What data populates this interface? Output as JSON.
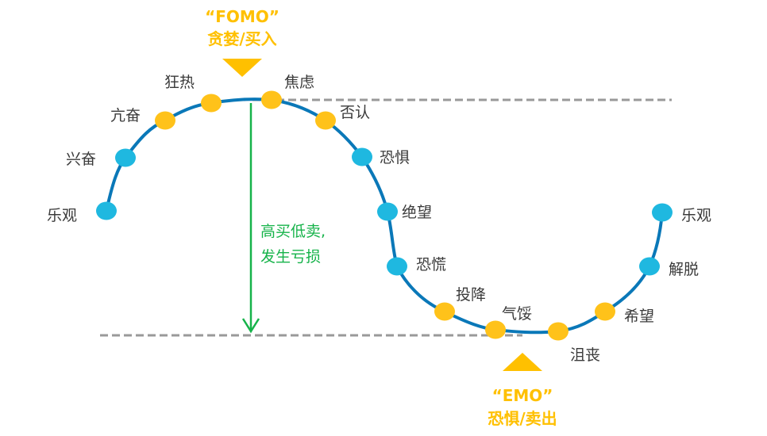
{
  "colors": {
    "curve": "#0a78b8",
    "node_calm": "#1fb8e0",
    "node_emotional": "#ffc21a",
    "callout": "#ffc000",
    "guide_line": "#999999",
    "loss_arrow": "#16b34a",
    "label_text": "#3a3a3a"
  },
  "top_callout": {
    "title": "“FOMO”",
    "subtitle": "贪婪/买入",
    "marker": "down-triangle-icon"
  },
  "bottom_callout": {
    "title": "“EMO”",
    "subtitle": "恐惧/卖出",
    "marker": "up-triangle-icon"
  },
  "loss_annotation": {
    "line1": "高买低卖,",
    "line2": "发生亏损"
  },
  "nodes": [
    {
      "label": "乐观",
      "type": "calm"
    },
    {
      "label": "兴奋",
      "type": "calm"
    },
    {
      "label": "亢奋",
      "type": "emotional"
    },
    {
      "label": "狂热",
      "type": "emotional"
    },
    {
      "label": "焦虑",
      "type": "emotional"
    },
    {
      "label": "否认",
      "type": "emotional"
    },
    {
      "label": "恐惧",
      "type": "calm"
    },
    {
      "label": "绝望",
      "type": "calm"
    },
    {
      "label": "恐慌",
      "type": "calm"
    },
    {
      "label": "投降",
      "type": "emotional"
    },
    {
      "label": "气馁",
      "type": "emotional"
    },
    {
      "label": "沮丧",
      "type": "emotional"
    },
    {
      "label": "希望",
      "type": "emotional"
    },
    {
      "label": "解脱",
      "type": "calm"
    },
    {
      "label": "乐观",
      "type": "calm"
    }
  ]
}
